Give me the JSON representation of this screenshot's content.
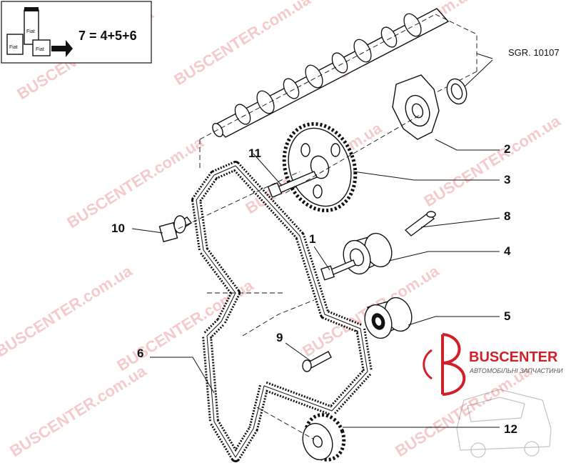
{
  "legend": {
    "formula": "7 = 4+5+6",
    "kit_labels": [
      "Fiat",
      "Fiat",
      "Fiat"
    ]
  },
  "reference": "SGR. 10107",
  "callouts": {
    "c1": "1",
    "c2": "2",
    "c3": "3",
    "c4": "4",
    "c5": "5",
    "c6": "6",
    "c8": "8",
    "c9": "9",
    "c10": "10",
    "c11": "11",
    "c12": "12"
  },
  "watermark": {
    "brand": "BUSCENTER",
    "domain": "BUSCENTER.com.ua"
  },
  "logo": {
    "title": "BUSCENTER",
    "subtitle": "АВТОМОБІЛЬНІ ЗАПЧАСТИНИ"
  },
  "colors": {
    "ink": "#111111",
    "watermark": "#f3b8b8",
    "brand_red": "#d0202a"
  }
}
